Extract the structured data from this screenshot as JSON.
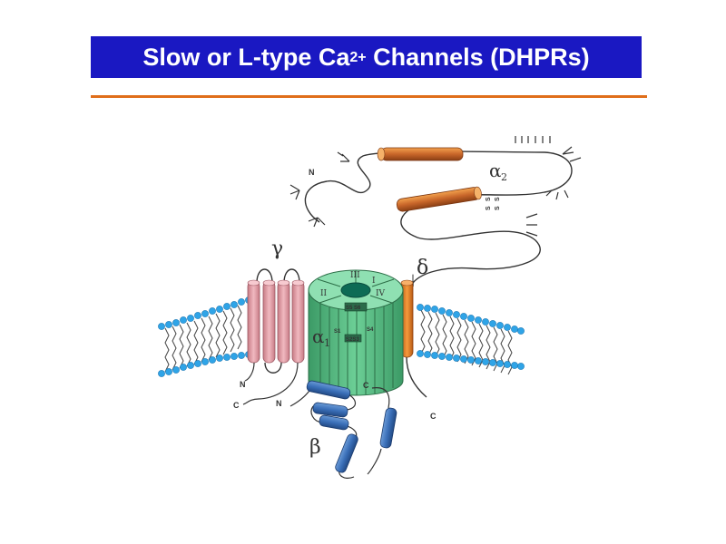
{
  "slide": {
    "title_main": "Slow or L-type Ca",
    "title_sup": "2+",
    "title_rest": " Channels (DHPRs)",
    "colors": {
      "title_bg": "#1a18c2",
      "title_text": "#ffffff",
      "rule": "#e06e1a",
      "alpha1_barrel": "#4fb37c",
      "gamma_helix": "#e8a4ac",
      "delta_helix": "#e8801e",
      "alpha2_helix": "#c8662a",
      "beta_helix": "#3a6fb8",
      "lipid_head": "#2fa4e7"
    }
  },
  "diagram": {
    "subunit_labels": {
      "gamma": "γ",
      "delta": "δ",
      "beta": "β",
      "alpha1": "α",
      "alpha1_sub": "1",
      "alpha2": "α",
      "alpha2_sub": "2"
    },
    "domain_labels": [
      "I",
      "II",
      "III",
      "IV"
    ],
    "segment_labels": {
      "s5s6": "S5 S6",
      "s1": "S1",
      "s4": "S4",
      "s2s3": "S2S3"
    },
    "termini": {
      "alpha2_n": "N",
      "gamma_n": "N",
      "gamma_c": "C",
      "beta_n": "N",
      "beta_c": "C",
      "delta_c": "C"
    },
    "disulfide": [
      "S",
      "S",
      "S",
      "S"
    ]
  }
}
